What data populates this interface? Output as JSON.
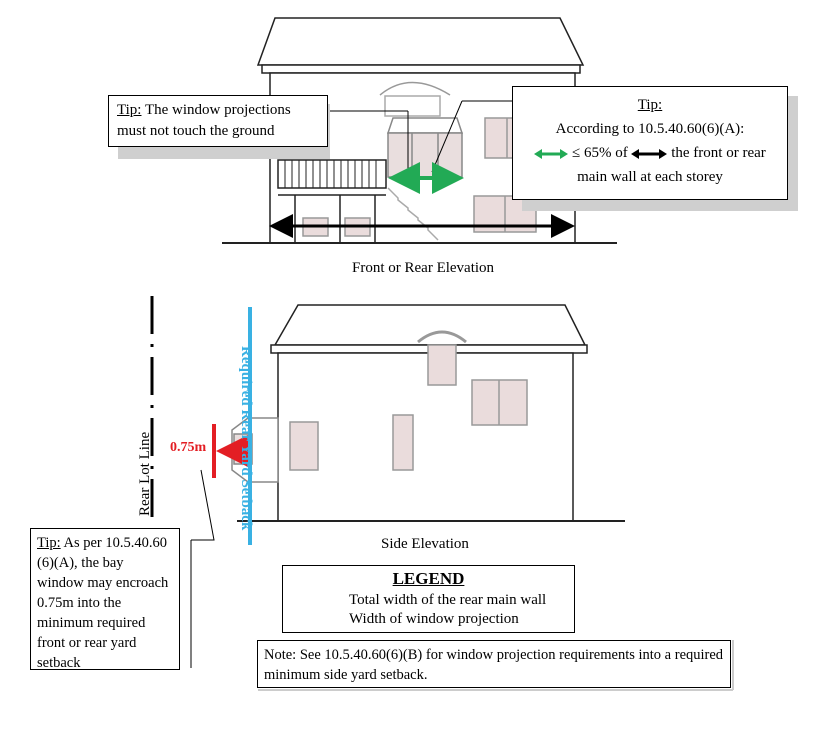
{
  "tips": {
    "left": {
      "heading": "Tip:",
      "text": "The window projections must not touch the ground"
    },
    "right": {
      "heading": "Tip:",
      "line1": "According to 10.5.40.60(6)(A):",
      "line2_mid": "≤ 65% of",
      "line2_end": "the front or rear",
      "line3": "main wall at each storey"
    },
    "bottom": {
      "heading": "Tip:",
      "text": "As per 10.5.40.60 (6)(A), the bay window may encroach 0.75m into the  minimum required front or rear yard setback"
    }
  },
  "captions": {
    "front": "Front or Rear Elevation",
    "side": "Side Elevation"
  },
  "labels": {
    "rear_lot_line": "Rear Lot Line",
    "setback": "Required Rear Yard Setback",
    "distance": "0.75m"
  },
  "legend": {
    "title": "LEGEND",
    "items": [
      {
        "text": "Total width of the rear main wall",
        "color": "#000000"
      },
      {
        "text": "Width of window projection",
        "color": "#22aa55"
      }
    ]
  },
  "note": {
    "text": "Note:  See 10.5.40.60(6)(B) for window projection requirements into a required minimum side yard setback."
  },
  "colors": {
    "green": "#22aa55",
    "red": "#e31e24",
    "blue": "#39b1e3"
  }
}
